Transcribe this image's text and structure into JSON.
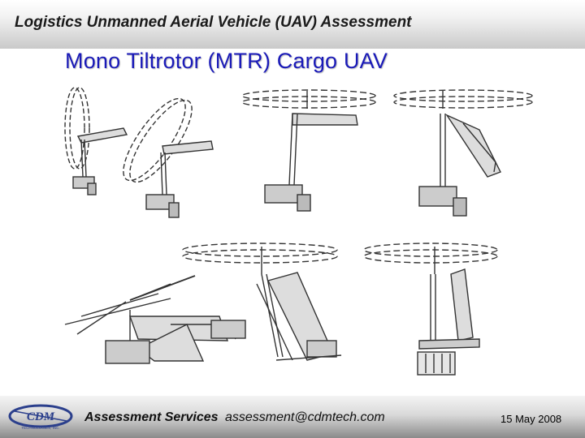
{
  "header": {
    "title": "Logistics Unmanned Aerial Vehicle (UAV) Assessment"
  },
  "slide": {
    "title": "Mono Tiltrotor (MTR) Cargo UAV"
  },
  "footer": {
    "logo_text": "CDM",
    "logo_subtext": "TECHNOLOGIES, INC.",
    "services": "Assessment Services",
    "email": "assessment@cdmtech.com",
    "date": "15 May 2008"
  },
  "colors": {
    "title": "#1a1ab8",
    "logo_blue": "#2b3f8c",
    "line": "#333333"
  }
}
